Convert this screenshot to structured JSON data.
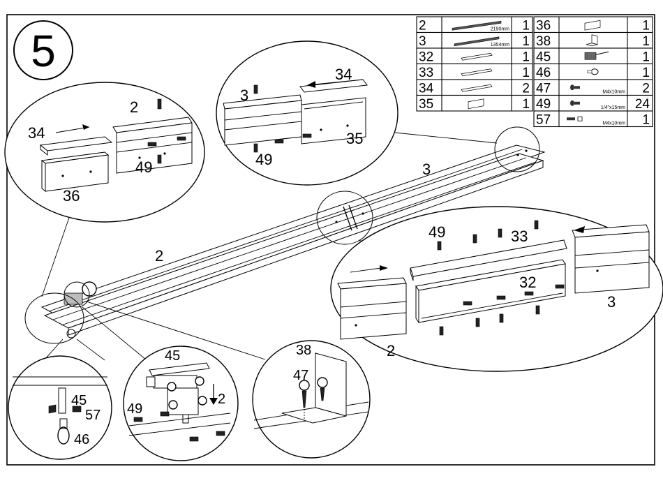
{
  "step_number": "5",
  "parts_table": {
    "left": [
      {
        "part": "2",
        "size": "2190mm",
        "qty": "1",
        "icon": "long-rail-icon"
      },
      {
        "part": "3",
        "size": "1354mm",
        "qty": "1",
        "icon": "short-rail-icon"
      },
      {
        "part": "32",
        "size": "",
        "qty": "1",
        "icon": "joiner-plate-icon"
      },
      {
        "part": "33",
        "size": "",
        "qty": "1",
        "icon": "joiner-plate-icon"
      },
      {
        "part": "34",
        "size": "",
        "qty": "2",
        "icon": "joiner-plate-icon"
      },
      {
        "part": "35",
        "size": "",
        "qty": "1",
        "icon": "u-channel-icon"
      }
    ],
    "right": [
      {
        "part": "36",
        "size": "",
        "qty": "1",
        "icon": "u-channel-icon"
      },
      {
        "part": "38",
        "size": "",
        "qty": "1",
        "icon": "corner-bracket-icon"
      },
      {
        "part": "45",
        "size": "",
        "qty": "1",
        "icon": "latch-icon"
      },
      {
        "part": "46",
        "size": "",
        "qty": "1",
        "icon": "ring-hook-icon"
      },
      {
        "part": "47",
        "size": "M4x10mm",
        "qty": "2",
        "icon": "screw-icon"
      },
      {
        "part": "49",
        "size": "1/4\"x15mm",
        "qty": "24",
        "icon": "screw-icon"
      },
      {
        "part": "57",
        "size": "M4x10mm",
        "qty": "1",
        "icon": "bolt-nut-icon"
      }
    ]
  },
  "callouts": {
    "main_rail_2": "2",
    "main_rail_3": "3",
    "left_detail": {
      "c34": "34",
      "c2": "2",
      "c36": "36",
      "c49": "49"
    },
    "top_detail": {
      "c34": "34",
      "c3": "3",
      "c35": "35",
      "c49": "49"
    },
    "right_detail": {
      "c49": "49",
      "c33": "33",
      "c32": "32",
      "c3": "3",
      "c2": "2"
    },
    "ring_detail": {
      "c45": "45",
      "c57": "57",
      "c46": "46"
    },
    "latch_detail": {
      "c45": "45",
      "c49": "49",
      "c2": "2"
    },
    "bracket_detail": {
      "c38": "38",
      "c47": "47"
    }
  }
}
